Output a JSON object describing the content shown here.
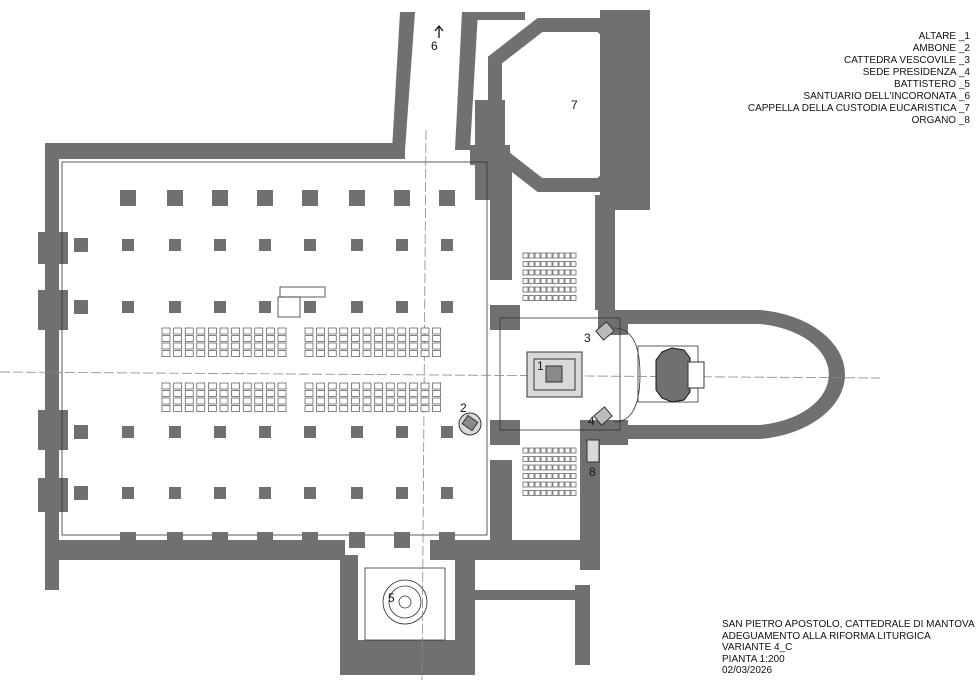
{
  "legend": [
    "ALTARE _1",
    "AMBONE _2",
    "CATTEDRA VESCOVILE _3",
    "SEDE PRESIDENZA _4",
    "BATTISTERO _5",
    "SANTUARIO DELL'INCORONATA _6",
    "CAPPELLA DELLA CUSTODIA EUCARISTICA _7",
    "ORGANO _8"
  ],
  "plan_labels": {
    "altar": "1",
    "ambo": "2",
    "cathedra": "3",
    "presider": "4",
    "baptistery": "5",
    "sanctuary": "6",
    "chapel": "7",
    "organ": "8"
  },
  "title_block": {
    "line1": "SAN PIETRO APOSTOLO, CATTEDRALE DI MANTOVA",
    "line2": "ADEGUAMENTO ALLA RIFORMA LITURGICA",
    "line3": "VARIANTE 4_C",
    "line4": "PIANTA 1:200",
    "line5": "02/03/2026"
  },
  "colors": {
    "wall": "#707070",
    "floor_fill": "#d9d9d9",
    "line": "#333333"
  }
}
